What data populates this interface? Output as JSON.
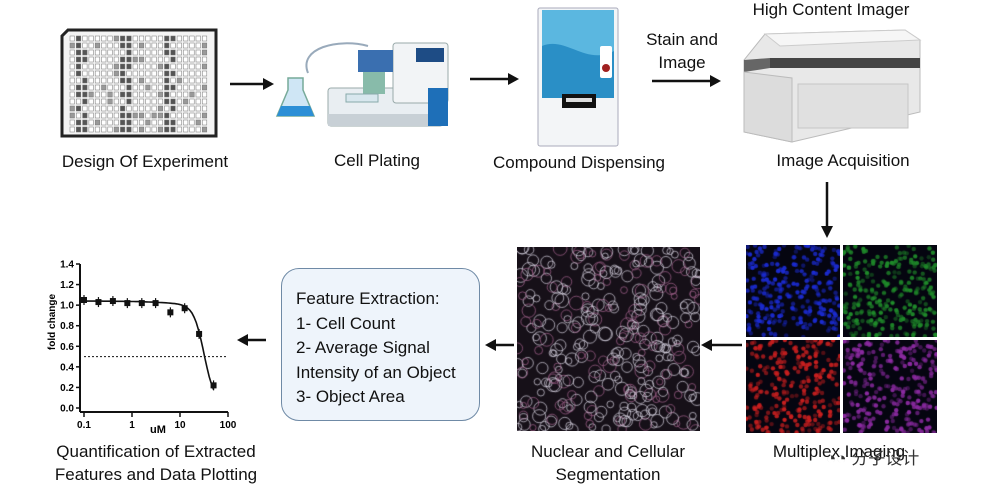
{
  "steps": {
    "design": "Design Of Experiment",
    "plating": "Cell Plating",
    "dispensing": "Compound Dispensing",
    "imager_title": "High Content Imager",
    "acquisition": "Image Acquisition",
    "stain_line1": "Stain and",
    "stain_line2": "Image",
    "multiplex": "Multiplex Imaging",
    "segmentation_line1": "Nuclear and Cellular",
    "segmentation_line2": "Segmentation",
    "quant_line1": "Quantification of Extracted",
    "quant_line2": "Features and Data Plotting"
  },
  "feature_extraction": {
    "title": "Feature Extraction:",
    "items": [
      "1- Cell Count",
      "2- Average Signal",
      "Intensity of an Object",
      "3- Object Area"
    ]
  },
  "watermark": "分子设计",
  "channel_colors": [
    "#1b2bd0",
    "#1f8a2a",
    "#c81f1f",
    "#8a2aa0"
  ],
  "chart_data": {
    "type": "scatter",
    "xlabel": "uM",
    "ylabel": "fold change",
    "x_scale": "log",
    "xlim": [
      0.1,
      100
    ],
    "ylim": [
      0,
      1.4
    ],
    "xticks": [
      "0.1",
      "1",
      "10",
      "100"
    ],
    "yticks": [
      "0.0",
      "0.2",
      "0.4",
      "0.6",
      "0.8",
      "1.0",
      "1.2",
      "1.4"
    ],
    "x": [
      0.1,
      0.2,
      0.4,
      0.8,
      1.6,
      3.1,
      6.3,
      12.5,
      25,
      50
    ],
    "y": [
      1.05,
      1.03,
      1.04,
      1.02,
      1.02,
      1.02,
      0.93,
      0.97,
      0.72,
      0.22
    ],
    "threshold": 0.5,
    "fit": "sigmoidal dose-response"
  }
}
